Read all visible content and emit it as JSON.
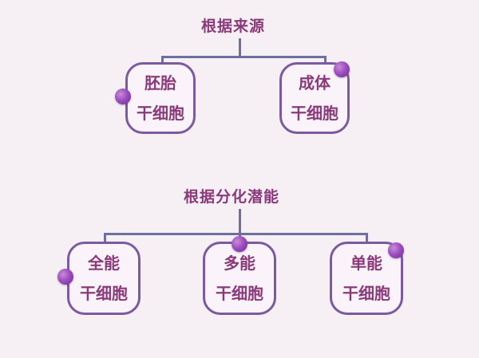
{
  "section_source": {
    "title": "根据来源",
    "nodes": [
      {
        "line1": "胚胎",
        "line2": "干细胞"
      },
      {
        "line1": "成体",
        "line2": "干细胞"
      }
    ]
  },
  "section_potency": {
    "title": "根据分化潜能",
    "nodes": [
      {
        "line1": "全能",
        "line2": "干细胞"
      },
      {
        "line1": "多能",
        "line2": "干细胞"
      },
      {
        "line1": "单能",
        "line2": "干细胞"
      }
    ]
  },
  "colors": {
    "text": "#8a3a7a",
    "connector": "#6f6f9f",
    "node_border": "#7b5aa0",
    "dot": "#9d4fc0",
    "background": "#f6f0f5"
  }
}
